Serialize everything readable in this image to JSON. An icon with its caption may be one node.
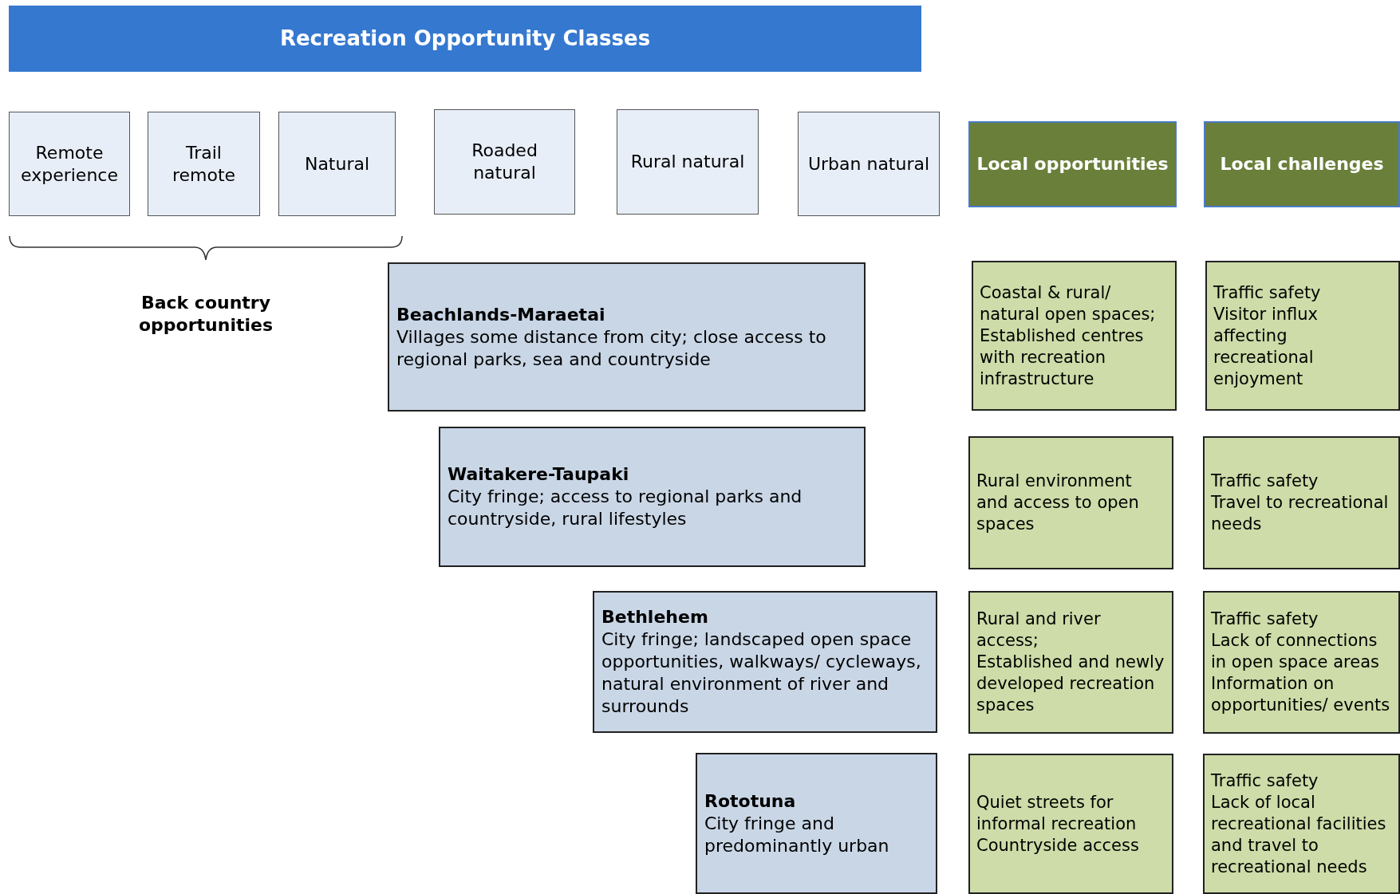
{
  "diagram": {
    "title": "Recreation Opportunity Classes",
    "nodes": [
      {
        "text": [
          "Remote experience"
        ]
      },
      {
        "text": [
          "Trail remote"
        ]
      },
      {
        "text": [
          "Natural"
        ]
      },
      {
        "text": [
          "Roaded natural"
        ]
      },
      {
        "text": [
          "Rural natural"
        ]
      },
      {
        "text": [
          "Urban natural"
        ]
      },
      {
        "text": [
          "Local opportunities"
        ]
      },
      {
        "text": [
          "Local challenges"
        ]
      },
      {
        "text": [
          "Beachlands-Maraetai",
          "Villages some distance from city; close access to regional parks, sea and countryside"
        ]
      },
      {
        "text": [
          "Coastal & rural/ natural open spaces;",
          "Established centres with recreation infrastructure"
        ]
      },
      {
        "text": [
          "Traffic safety",
          "Visitor influx affecting recreational enjoyment"
        ]
      },
      {
        "text": [
          "Waitakere-Taupaki",
          "City fringe; access to regional parks and countryside, rural lifestyles"
        ]
      },
      {
        "text": [
          "Rural environment and access to open spaces"
        ]
      },
      {
        "text": [
          "Traffic safety",
          "Travel to recreational needs"
        ]
      },
      {
        "text": [
          "Bethlehem",
          "City fringe; landscaped open space opportunities, walkways/ cycleways, natural environment of river and surrounds"
        ]
      },
      {
        "text": [
          "Rural and river access;",
          "Established and newly developed recreation spaces"
        ]
      },
      {
        "text": [
          "Traffic safety",
          "Lack of connections in open space areas",
          "Information on opportunities/ events"
        ]
      },
      {
        "text": [
          "Rototuna",
          "City fringe and predominantly urban"
        ]
      },
      {
        "text": [
          "Quiet streets for informal recreation",
          "Countryside access"
        ]
      },
      {
        "text": [
          "Traffic safety",
          "Lack of local recreational facilities and travel to recreational needs"
        ]
      }
    ],
    "labels": [
      "Back country opportunities"
    ]
  }
}
